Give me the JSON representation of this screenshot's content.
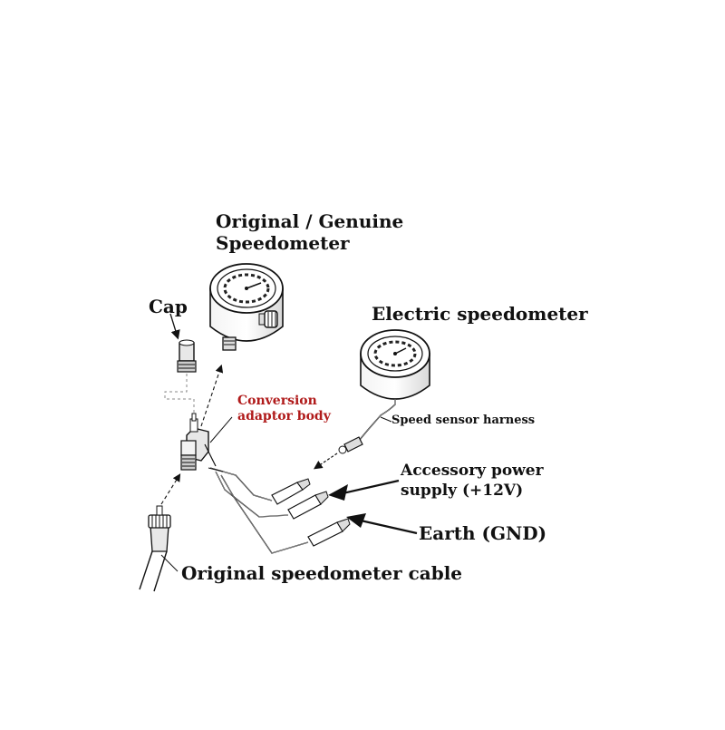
{
  "labels": {
    "original_speedometer": [
      "Original / Genuine",
      "Speedometer"
    ],
    "cap": "Cap",
    "electric_speedometer": "Electric speedometer",
    "conversion_adaptor": [
      "Conversion",
      "adaptor body"
    ],
    "speed_sensor_harness": "Speed sensor harness",
    "accessory_power": [
      "Accessory power",
      "supply (+12V)"
    ],
    "earth": "Earth (GND)",
    "original_cable": "Original speedometer cable"
  },
  "colors": {
    "ink": "#111111",
    "accent_red": "#b01a1a",
    "gauge_fill": "#ffffff",
    "shade": "#cccccc"
  }
}
